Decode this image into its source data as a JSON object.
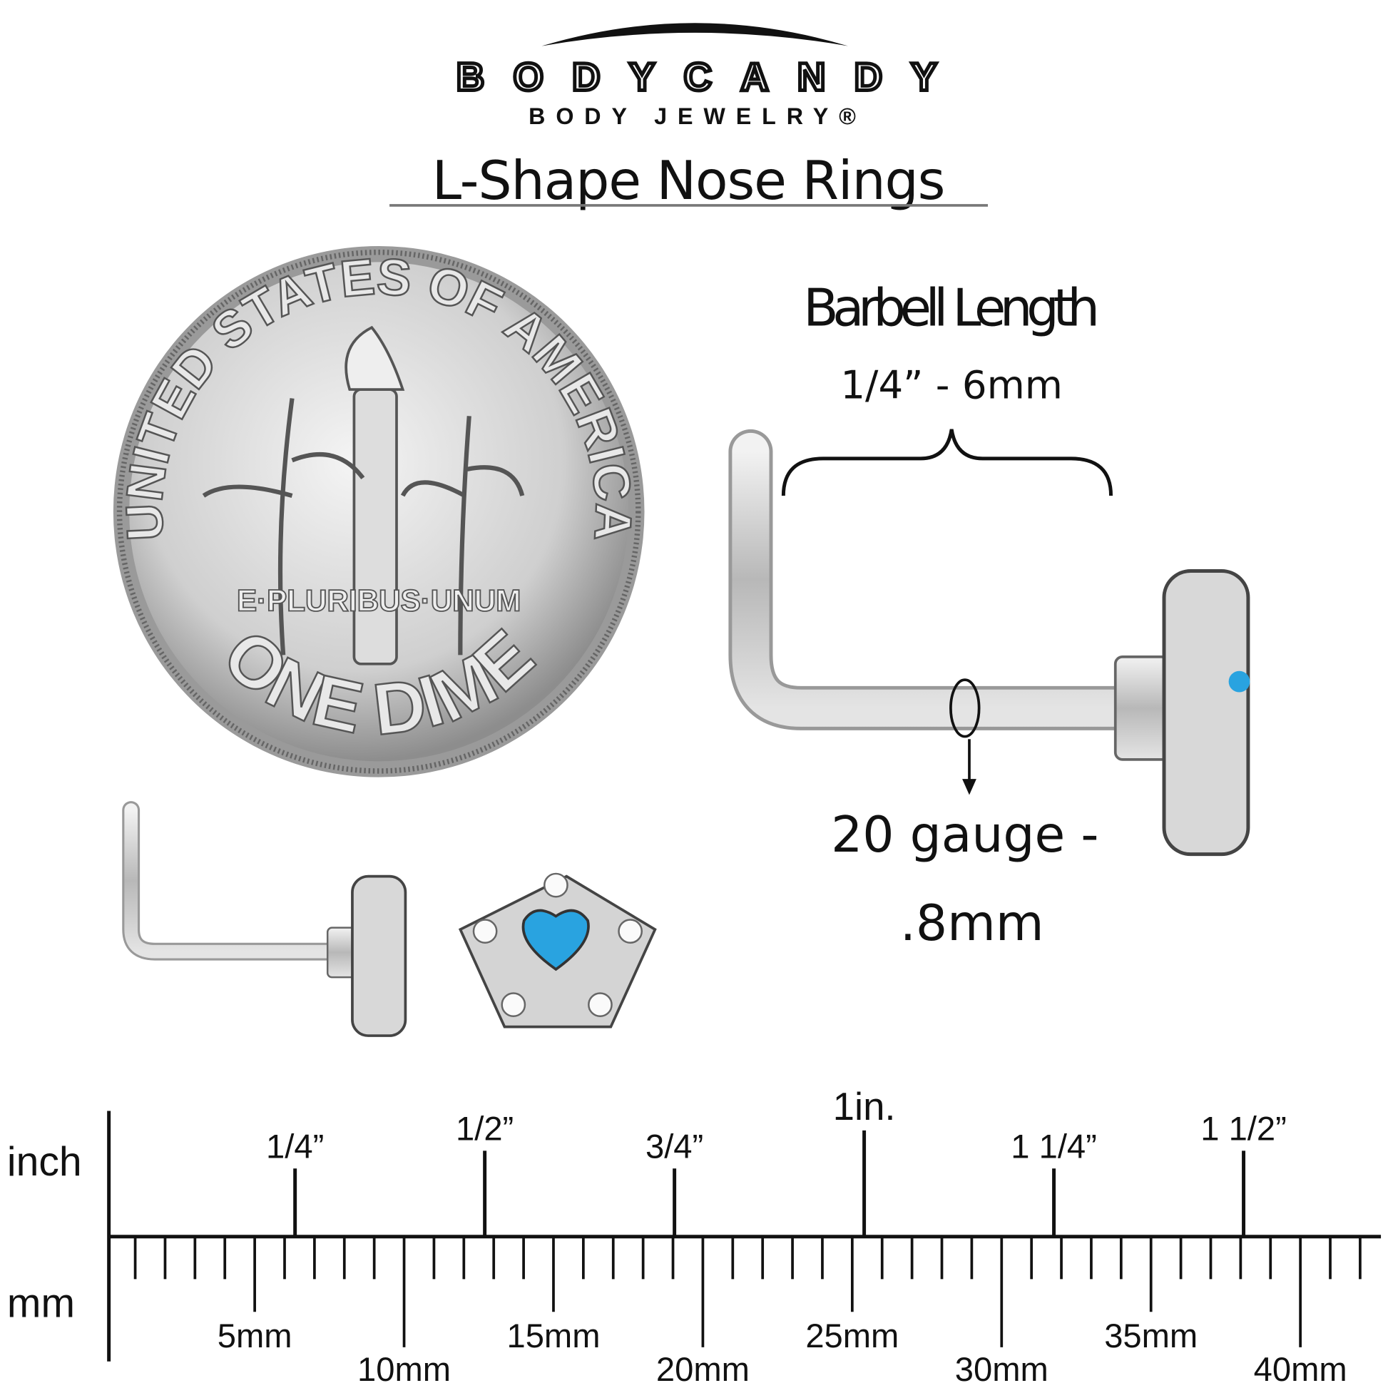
{
  "logo": {
    "brand": "BODYCANDY",
    "tagline": "BODY JEWELRY®"
  },
  "title": "L-Shape Nose Rings",
  "dime": {
    "top_text": "UNITED STATES OF AMERICA",
    "motto": "E·PLURIBUS·UNUM",
    "bottom_text": "ONE DIME"
  },
  "barbell": {
    "label": "Barbell Length",
    "value": "1/4” - 6mm"
  },
  "gauge": {
    "line1": "20 gauge -",
    "line2": ".8mm"
  },
  "ruler": {
    "inch_label": "inch",
    "mm_label": "mm",
    "inch_marks": [
      {
        "label": "1/4”",
        "inches": 0.25
      },
      {
        "label": "1/2”",
        "inches": 0.5
      },
      {
        "label": "3/4”",
        "inches": 0.75
      },
      {
        "label": "1in.",
        "inches": 1.0
      },
      {
        "label": "1 1/4”",
        "inches": 1.25
      },
      {
        "label": "1 1/2”",
        "inches": 1.5
      }
    ],
    "mm_marks": [
      {
        "label": "5mm",
        "mm": 5
      },
      {
        "label": "10mm",
        "mm": 10
      },
      {
        "label": "15mm",
        "mm": 15
      },
      {
        "label": "20mm",
        "mm": 20
      },
      {
        "label": "25mm",
        "mm": 25
      },
      {
        "label": "30mm",
        "mm": 30
      },
      {
        "label": "35mm",
        "mm": 35
      },
      {
        "label": "40mm",
        "mm": 40
      }
    ],
    "max_mm": 42
  },
  "colors": {
    "ink": "#111111",
    "silver": "#c9c9c9",
    "gem": "#29a3e0"
  }
}
